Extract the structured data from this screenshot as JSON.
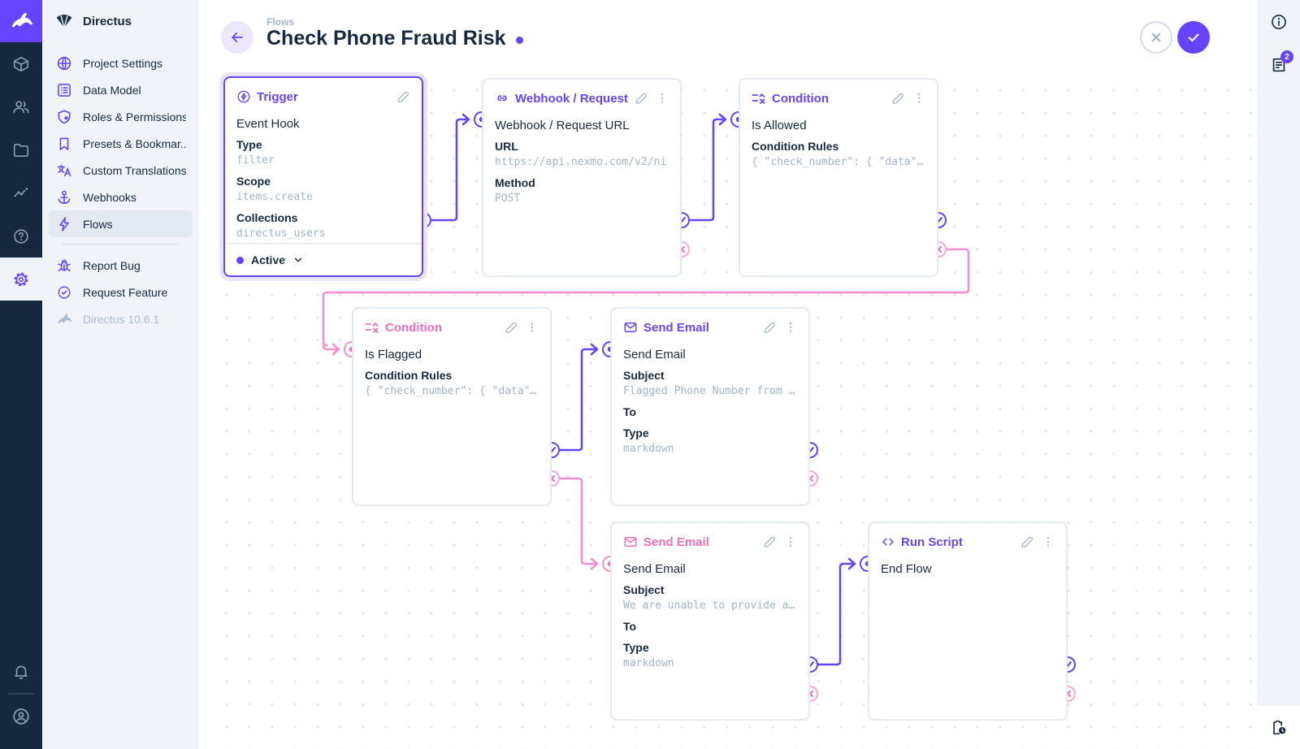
{
  "colors": {
    "primary": "#6644ff",
    "secondary": "#f06eb6",
    "module_bar_bg": "#16283e",
    "sidebar_bg": "#f0f4f9"
  },
  "module_bar": {
    "logo_icon": "directus-rabbit",
    "items": [
      {
        "icon": "content-cube"
      },
      {
        "icon": "user-directory"
      },
      {
        "icon": "file-library"
      },
      {
        "icon": "insights"
      },
      {
        "icon": "help"
      },
      {
        "icon": "settings-gear",
        "active": true
      }
    ],
    "bottom": [
      {
        "icon": "notifications-bell"
      },
      {
        "icon": "account-circle"
      }
    ]
  },
  "sidebar": {
    "project_name": "Directus",
    "items": [
      {
        "label": "Project Settings",
        "icon": "globe"
      },
      {
        "label": "Data Model",
        "icon": "list-alt"
      },
      {
        "label": "Roles & Permissions",
        "icon": "shield"
      },
      {
        "label": "Presets & Bookmar...",
        "icon": "bookmark"
      },
      {
        "label": "Custom Translations",
        "icon": "translate"
      },
      {
        "label": "Webhooks",
        "icon": "anchor"
      },
      {
        "label": "Flows",
        "icon": "bolt",
        "active": true
      }
    ],
    "footer_items": [
      {
        "label": "Report Bug",
        "icon": "bug"
      },
      {
        "label": "Request Feature",
        "icon": "badge-check"
      }
    ],
    "version": "Directus 10.6.1"
  },
  "header": {
    "breadcrumb": "Flows",
    "title": "Check Phone Fraud Risk",
    "unsaved_indicator": "dot",
    "actions": [
      {
        "icon": "close-x"
      },
      {
        "icon": "save-check"
      }
    ]
  },
  "right_bar": {
    "top_icons": [
      {
        "icon": "info"
      },
      {
        "icon": "notes",
        "badge": "2"
      }
    ],
    "bottom_icon": {
      "icon": "revisions-clipboard-clock"
    }
  },
  "flow": {
    "panels": {
      "trigger": {
        "title": "Trigger",
        "subtitle": "Event Hook",
        "fields": [
          {
            "label": "Type",
            "value": "filter"
          },
          {
            "label": "Scope",
            "value": "items.create"
          },
          {
            "label": "Collections",
            "value": "directus_users"
          }
        ],
        "status": "Active"
      },
      "webhook": {
        "title": "Webhook / Request URL",
        "subtitle": "Webhook / Request URL",
        "fields": [
          {
            "label": "URL",
            "value": "https://api.nexmo.com/v2/ni"
          },
          {
            "label": "Method",
            "value": "POST"
          }
        ]
      },
      "condition_allowed": {
        "title": "Condition",
        "subtitle": "Is Allowed",
        "fields": [
          {
            "label": "Condition Rules",
            "value": "{ \"check_number\": { \"data\"…"
          }
        ]
      },
      "condition_flagged": {
        "title": "Condition",
        "subtitle": "Is Flagged",
        "fields": [
          {
            "label": "Condition Rules",
            "value": "{ \"check_number\": { \"data\"…"
          }
        ]
      },
      "email_flagged": {
        "title": "Send Email",
        "subtitle": "Send Email",
        "fields": [
          {
            "label": "Subject",
            "value": "Flagged Phone Number from …"
          },
          {
            "label": "To",
            "value": ""
          },
          {
            "label": "Type",
            "value": "markdown"
          }
        ]
      },
      "email_unable": {
        "title": "Send Email",
        "subtitle": "Send Email",
        "fields": [
          {
            "label": "Subject",
            "value": "We are unable to provide a…"
          },
          {
            "label": "To",
            "value": ""
          },
          {
            "label": "Type",
            "value": "markdown"
          }
        ]
      },
      "run_script": {
        "title": "Run Script",
        "subtitle": "End Flow",
        "fields": []
      }
    }
  }
}
